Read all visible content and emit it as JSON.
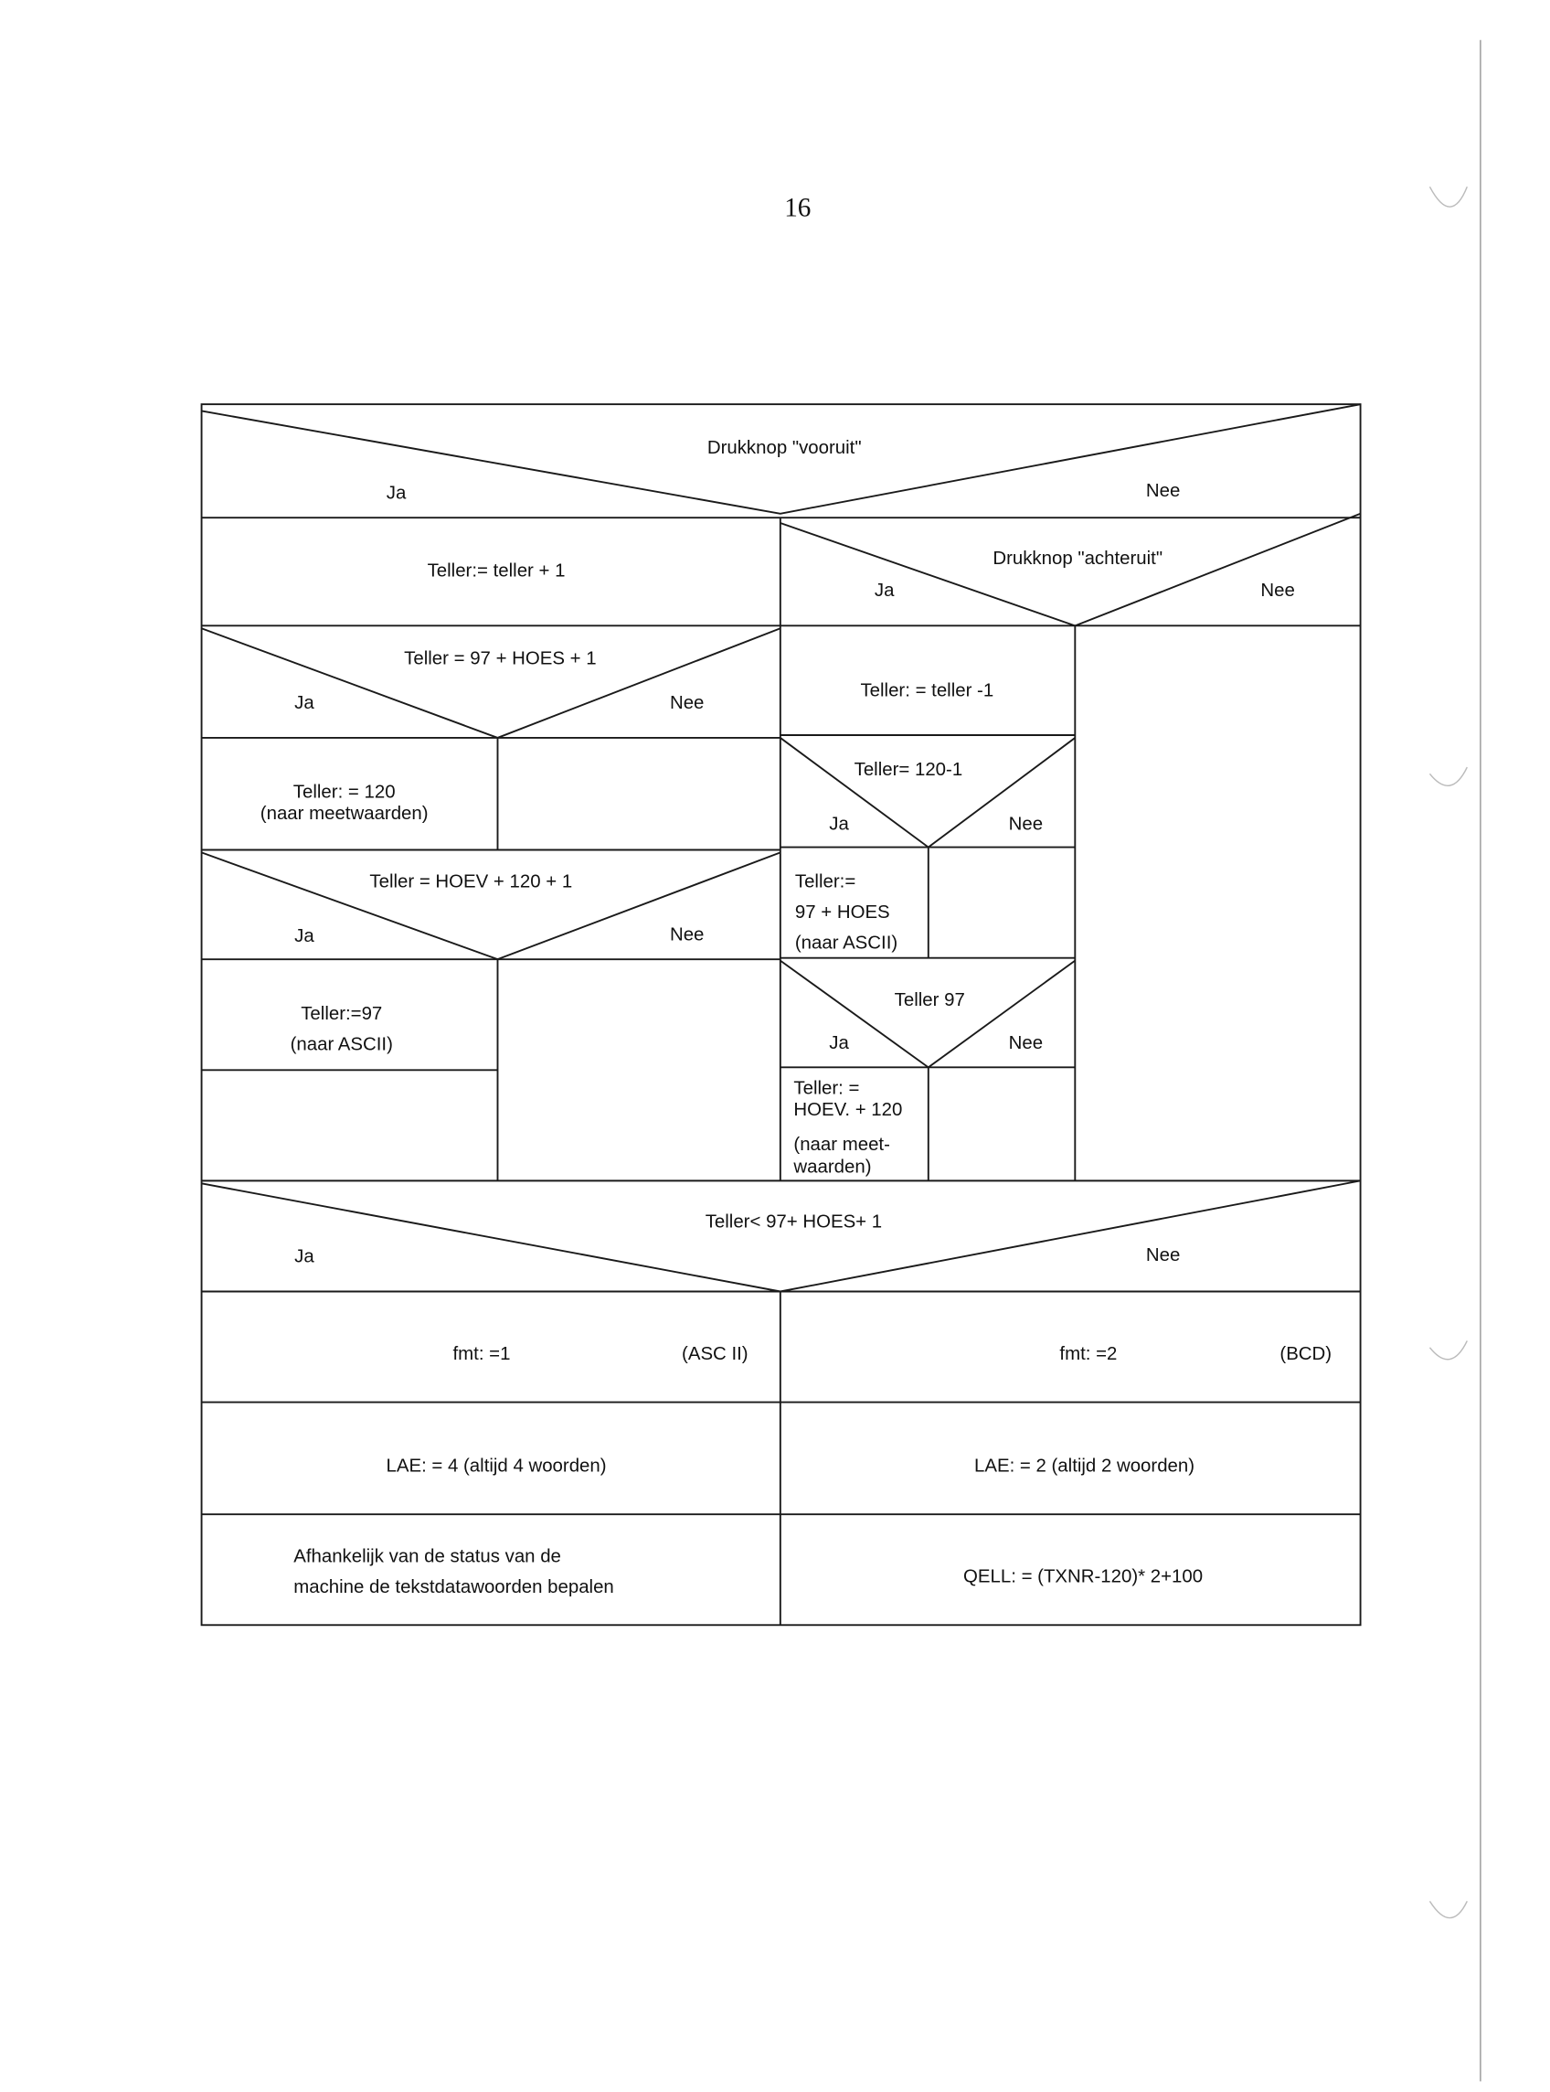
{
  "page_number": "16",
  "diagram": {
    "d1": {
      "condition": "Drukknop \"vooruit\"",
      "yes": "Ja",
      "no": "Nee"
    },
    "left": {
      "teller_plus": "Teller:= teller + 1",
      "d2": {
        "condition": "Teller = 97 + HOES + 1",
        "yes": "Ja",
        "no": "Nee"
      },
      "set120": [
        "Teller: = 120",
        "(naar meetwaarden)"
      ],
      "d3": {
        "condition": "Teller = HOEV + 120 + 1",
        "yes": "Ja",
        "no": "Nee"
      },
      "set97": [
        "Teller:=97",
        "(naar ASCII)"
      ]
    },
    "right": {
      "d4": {
        "condition": "Drukknop \"achteruit\"",
        "yes": "Ja",
        "no": "Nee"
      },
      "teller_minus": "Teller: = teller -1",
      "d5": {
        "condition": "Teller= 120-1",
        "yes": "Ja",
        "no": "Nee"
      },
      "set97hoes": [
        "Teller:=",
        "97 + HOES",
        "(naar ASCII)"
      ],
      "d6": {
        "condition": "Teller 97",
        "yes": "Ja",
        "no": "Nee"
      },
      "sethoev": [
        "Teller: =",
        "HOEV. + 120",
        "(naar meet-",
        "waarden)"
      ]
    },
    "d7": {
      "condition": "Teller< 97+ HOES+ 1",
      "yes": "Ja",
      "no": "Nee"
    },
    "fmt_left": "fmt: =1",
    "fmt_left_note": "(ASC II)",
    "fmt_right": "fmt: =2",
    "fmt_right_note": "(BCD)",
    "lae_left": "LAE: = 4 (altijd 4 woorden)",
    "lae_right": "LAE: = 2 (altijd 2 woorden)",
    "final_left": [
      "Afhankelijk van de status van de",
      "machine de tekstdatawoorden bepalen"
    ],
    "final_right": "QELL: = (TXNR-120)* 2+100"
  }
}
